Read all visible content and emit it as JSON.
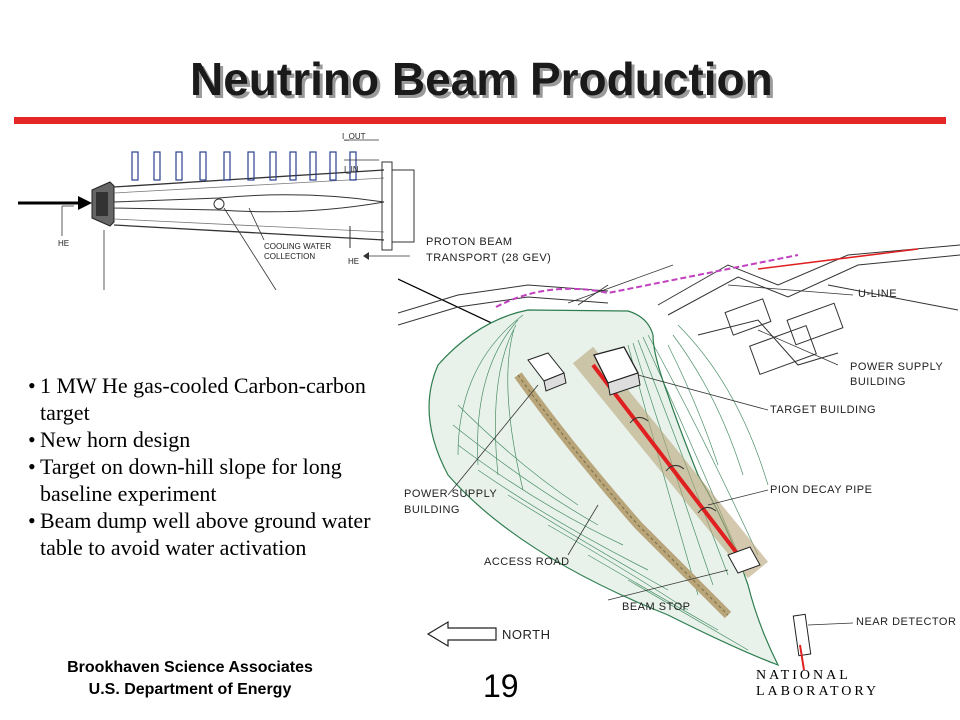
{
  "slide": {
    "title": "Neutrino Beam Production",
    "bullets": [
      "1 MW He gas-cooled Carbon-carbon target",
      "New horn design",
      "Target on down-hill slope for long baseline experiment",
      "Beam dump well above ground water table to avoid water activation"
    ],
    "footer_line1": "Brookhaven Science Associates",
    "footer_line2": "U.S. Department of Energy",
    "page_number": "19",
    "lab_logo_text": "NATIONAL LABORATORY"
  },
  "horn_labels": {
    "i_out": "I_OUT",
    "i_in": "I_IN",
    "he_left": "HE",
    "he_right": "HE",
    "cooling_water_1": "COOLING WATER",
    "cooling_water_2": "COLLECTION"
  },
  "site_labels": {
    "proton_beam_1": "PROTON BEAM",
    "proton_beam_2": "TRANSPORT (28 GEV)",
    "u_line": "U-LINE",
    "power_supply_r1": "POWER SUPPLY",
    "power_supply_r2": "BUILDING",
    "target_building": "TARGET BUILDING",
    "power_supply_l1": "POWER SUPPLY",
    "power_supply_l2": "BUILDING",
    "pion_decay_pipe": "PION DECAY PIPE",
    "access_road": "ACCESS ROAD",
    "beam_stop": "BEAM STOP",
    "near_detector": "NEAR DETECTOR",
    "north": "NORTH"
  },
  "colors": {
    "accent_red": "#e52626",
    "berm_green": "#2e7d4f",
    "road_tan": "#b8a57a",
    "beam_red": "#e02020",
    "transport_magenta": "#c040c0"
  }
}
